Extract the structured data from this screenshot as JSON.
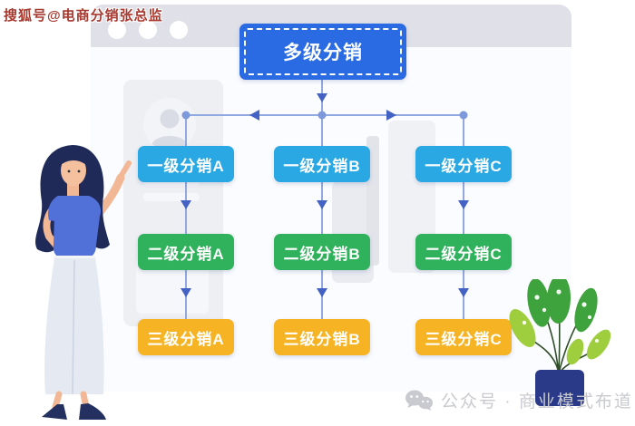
{
  "watermark": {
    "text": "搜狐号@电商分销张总监"
  },
  "diagram": {
    "root_label": "多级分销",
    "level1": [
      "一级分销A",
      "一级分销B",
      "一级分销C"
    ],
    "level2": [
      "二级分销A",
      "二级分销B",
      "二级分销C"
    ],
    "level3": [
      "三级分销A",
      "三级分销B",
      "三级分销C"
    ]
  },
  "footer": {
    "label": "公众号 · 商业模式布道"
  },
  "icons": {
    "window_controls": "window-control-dots",
    "avatar": "person-avatar-icon",
    "wechat": "wechat-icon",
    "woman": "woman-pointing-illustration",
    "plant": "potted-plant-illustration"
  },
  "colors": {
    "root_box": "#2A6BE3",
    "level1_box": "#29A8E3",
    "level2_box": "#2FB25B",
    "level3_box": "#F6B424",
    "connector_line": "#92A8E0",
    "connector_arrow": "#4362C4",
    "connector_dot": "#7E99DB",
    "window_bar": "#DFE0E8",
    "watermark_red": "#A8392F",
    "footer_gray": "#C8CACF"
  }
}
